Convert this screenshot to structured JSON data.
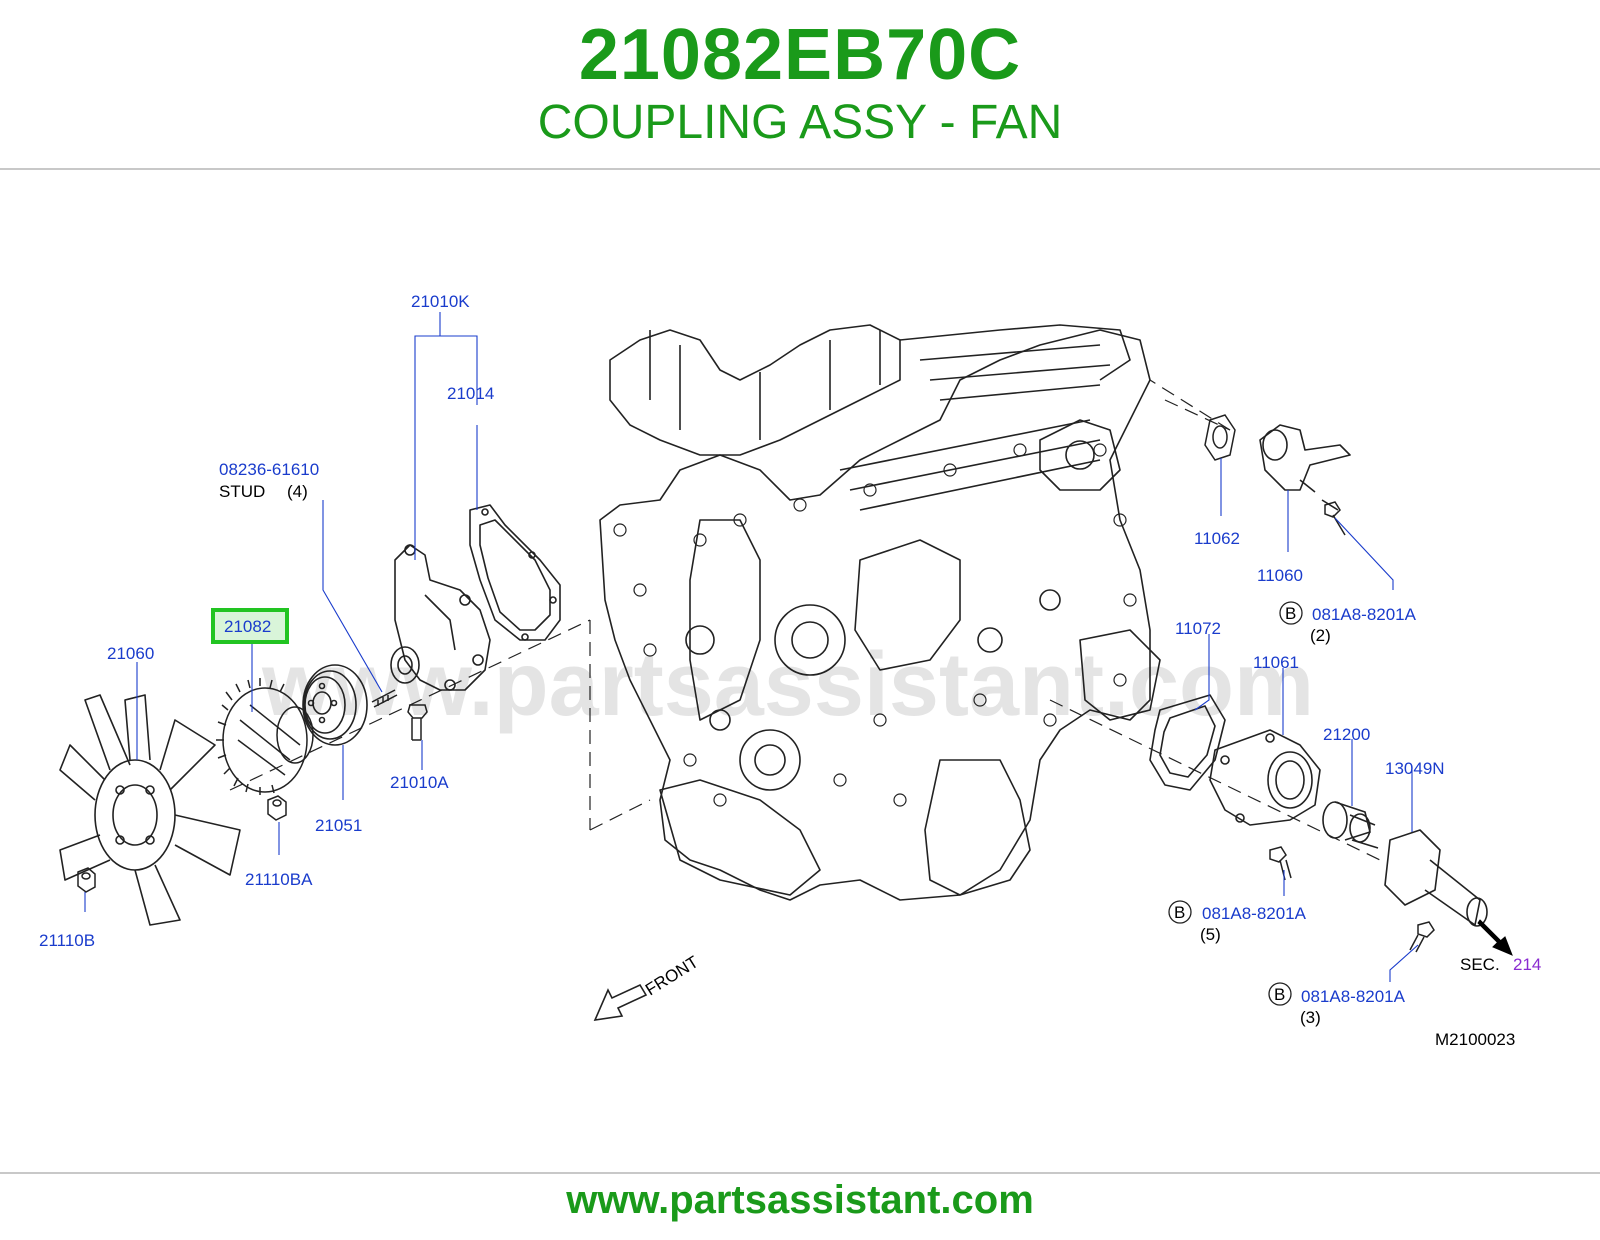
{
  "header": {
    "part_number": "21082EB70C",
    "part_name": "COUPLING ASSY - FAN"
  },
  "footer": {
    "website": "www.partsassistant.com"
  },
  "colors": {
    "header_green": "#1a9a1a",
    "label_blue": "#1a3ccc",
    "highlight_green": "#22c422",
    "sec_purple": "#8a2bd0",
    "line_art": "#222222"
  },
  "watermark": "www.partsassistant.com",
  "diagram": {
    "labels": {
      "p21010K": "21010K",
      "p21014": "21014",
      "p08236": "08236-61610",
      "stud": "STUD",
      "stud_qty": "(4)",
      "p21082": "21082",
      "p21060": "21060",
      "p21010A": "21010A",
      "p21051": "21051",
      "p21110BA": "21110BA",
      "p21110B": "21110B",
      "p11062": "11062",
      "p11060": "11060",
      "bolt_b1_mark": "B",
      "bolt_b1": "081A8-8201A",
      "bolt_b1_qty": "(2)",
      "p11072": "11072",
      "p11061": "11061",
      "p21200": "21200",
      "p13049N": "13049N",
      "bolt_b2_mark": "B",
      "bolt_b2": "081A8-8201A",
      "bolt_b2_qty": "(5)",
      "sec": "SEC.",
      "sec_num": "214",
      "bolt_b3_mark": "B",
      "bolt_b3": "081A8-8201A",
      "bolt_b3_qty": "(3)",
      "front": "FRONT",
      "ref_code": "M2100023"
    }
  }
}
